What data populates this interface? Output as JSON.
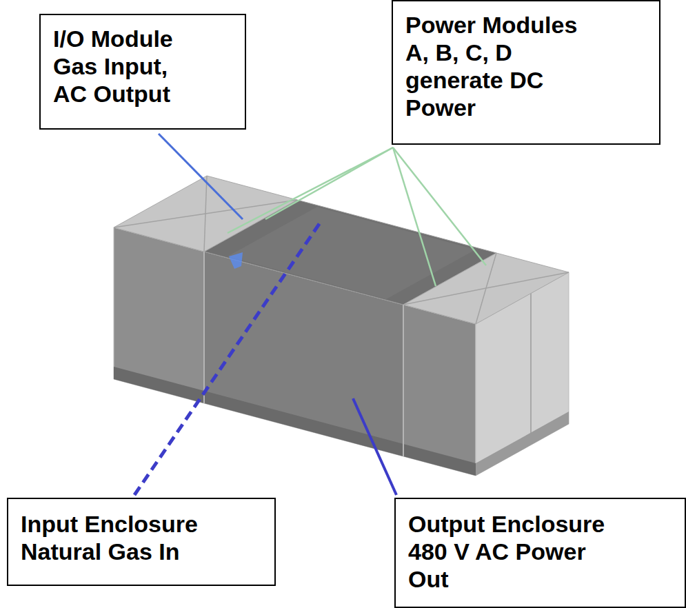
{
  "diagram": {
    "nodes": [
      {
        "text": [
          "I/O Module Gas Input, AC Output"
        ]
      },
      {
        "text": [
          "Power Modules A, B, C, D generate DC Power"
        ]
      },
      {
        "text": [
          "Input Enclosure Natural Gas In"
        ]
      },
      {
        "text": [
          "Output Enclosure 480 V AC Power Out"
        ]
      }
    ]
  }
}
